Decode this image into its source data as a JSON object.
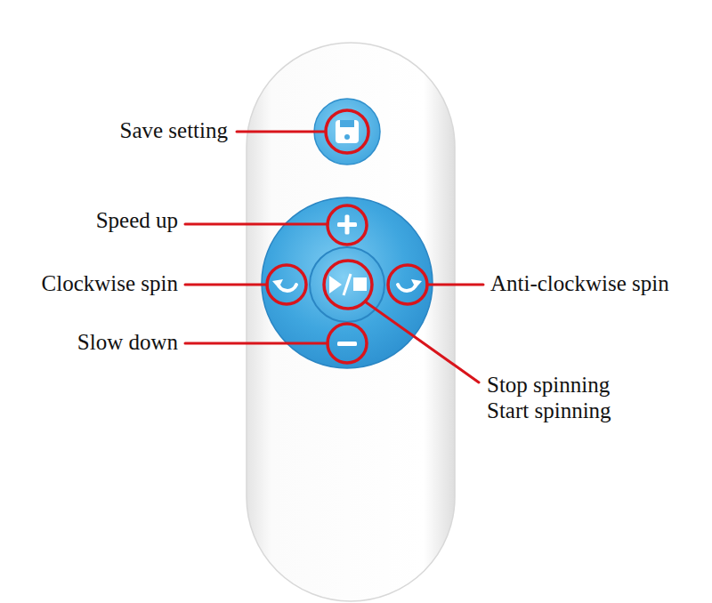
{
  "diagram": {
    "labels": [
      "Save setting",
      "Speed up",
      "Clockwise spin",
      "Slow down",
      "Anti-clockwise spin",
      "Stop spinning",
      "Start spinning"
    ]
  }
}
